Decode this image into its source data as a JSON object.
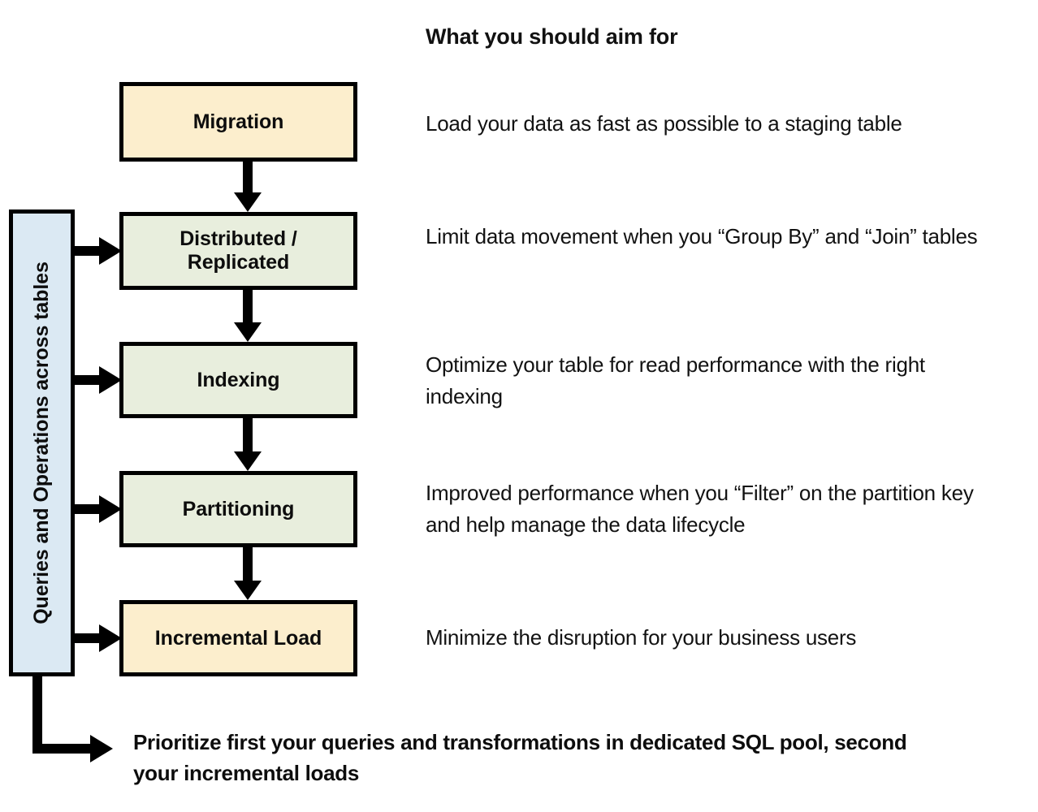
{
  "header": {
    "title": "What you should aim for"
  },
  "sidebar": {
    "label": "Queries and Operations across tables",
    "fill_color": "#DBE9F3"
  },
  "colors": {
    "amber_fill": "#FCEECD",
    "sage_fill": "#E8EEDD",
    "blue_fill": "#DBE9F3",
    "stroke": "#000000",
    "text": "#0D0D0D"
  },
  "flow": {
    "stages": [
      {
        "id": "migration",
        "label": "Migration",
        "fill": "amber",
        "description": "Load your data as fast as possible to a staging table",
        "has_sidebar_arrow": false
      },
      {
        "id": "distributed-replicated",
        "label": "Distributed /\nReplicated",
        "label_line1": "Distributed /",
        "label_line2": "Replicated",
        "fill": "sage",
        "description": "Limit data movement when you “Group By” and “Join” tables",
        "has_sidebar_arrow": true
      },
      {
        "id": "indexing",
        "label": "Indexing",
        "fill": "sage",
        "description": "Optimize your table for read performance with the right indexing",
        "has_sidebar_arrow": true
      },
      {
        "id": "partitioning",
        "label": "Partitioning",
        "fill": "sage",
        "description": "Improved performance when you “Filter” on the partition key and help manage the data lifecycle",
        "has_sidebar_arrow": true
      },
      {
        "id": "incremental-load",
        "label": "Incremental Load",
        "fill": "amber",
        "description": "Minimize the disruption for your business users",
        "has_sidebar_arrow": true
      }
    ]
  },
  "footnote": {
    "text": "Prioritize first your queries and transformations in dedicated SQL pool, second your incremental loads"
  }
}
